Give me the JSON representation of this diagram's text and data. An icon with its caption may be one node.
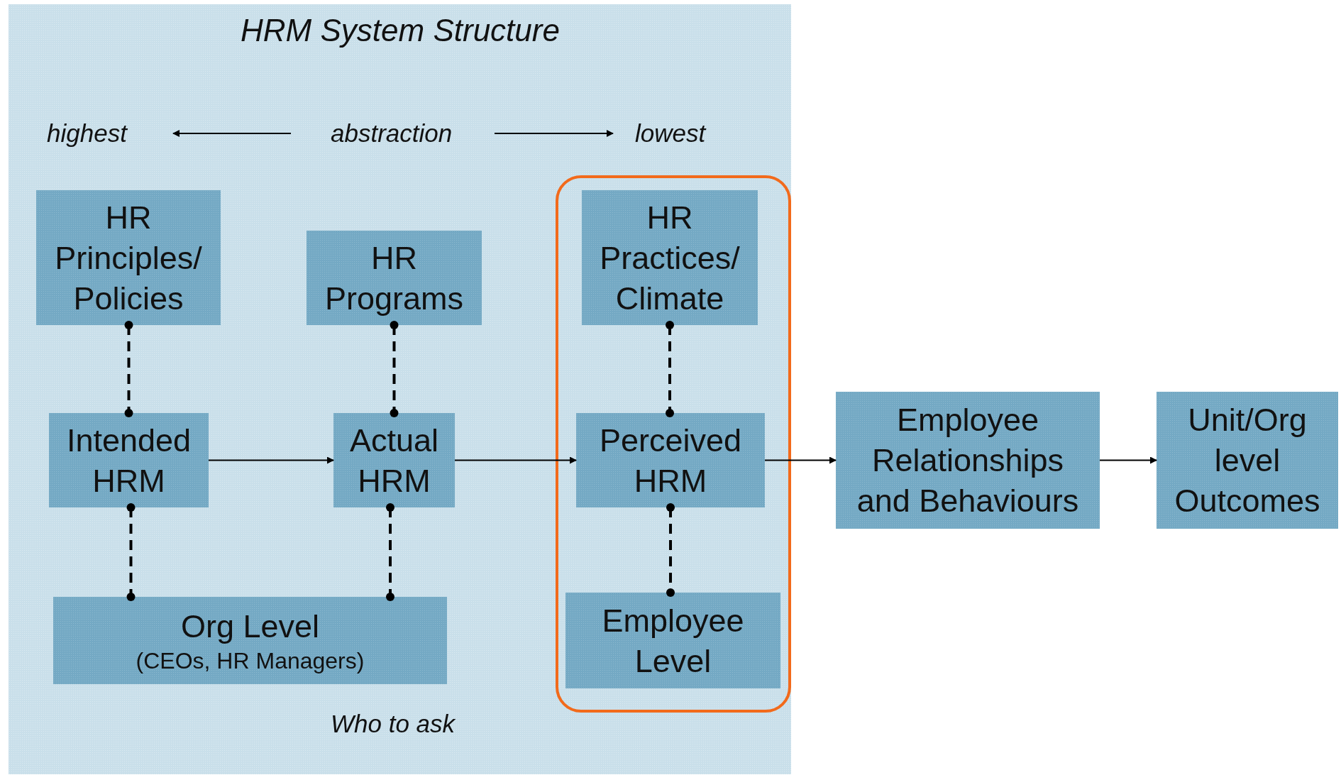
{
  "diagram": {
    "title": "HRM System Structure",
    "nodes": [
      {
        "text": [],
        "shape": "box"
      },
      {
        "text": [
          "HR Principles/ Policies"
        ],
        "in": 0
      },
      {
        "text": [
          "HR Programs"
        ],
        "in": 0
      },
      {
        "text": [],
        "shape": "box",
        "in": 0
      },
      {
        "text": [
          "HR Practices/ Climate"
        ],
        "in": 3
      },
      {
        "text": [
          "Intended HRM"
        ],
        "in": 0
      },
      {
        "text": [
          "Actual HRM"
        ],
        "in": 0
      },
      {
        "text": [
          "Perceived HRM"
        ],
        "in": 3
      },
      {
        "text": [
          "Org Level",
          "(CEOs, HR Managers)"
        ],
        "in": 0
      },
      {
        "text": [
          "Employee Level"
        ],
        "in": 3
      },
      {
        "text": [
          "Employee Relationships and Behaviours"
        ]
      },
      {
        "text": [
          "Unit/Org level Outcomes"
        ]
      }
    ],
    "edges": [
      {
        "from": 1,
        "to": 5,
        "arrow": "other",
        "style": "dashed"
      },
      {
        "from": 2,
        "to": 6,
        "arrow": "other",
        "style": "dashed"
      },
      {
        "from": 4,
        "to": 7,
        "arrow": "other",
        "style": "dashed"
      },
      {
        "from": 5,
        "to": 6,
        "arrow": "to"
      },
      {
        "from": 6,
        "to": 7,
        "arrow": "to"
      },
      {
        "from": 7,
        "to": 10,
        "arrow": "to"
      },
      {
        "from": 10,
        "to": 11,
        "arrow": "to"
      },
      {
        "from": 5,
        "to": 8,
        "arrow": "other",
        "style": "dashed"
      },
      {
        "from": 6,
        "to": 8,
        "arrow": "other",
        "style": "dashed"
      },
      {
        "from": 7,
        "to": 9,
        "arrow": "other",
        "style": "dashed"
      }
    ],
    "labels": [
      "highest",
      "abstraction",
      "lowest",
      "Who to ask"
    ]
  }
}
